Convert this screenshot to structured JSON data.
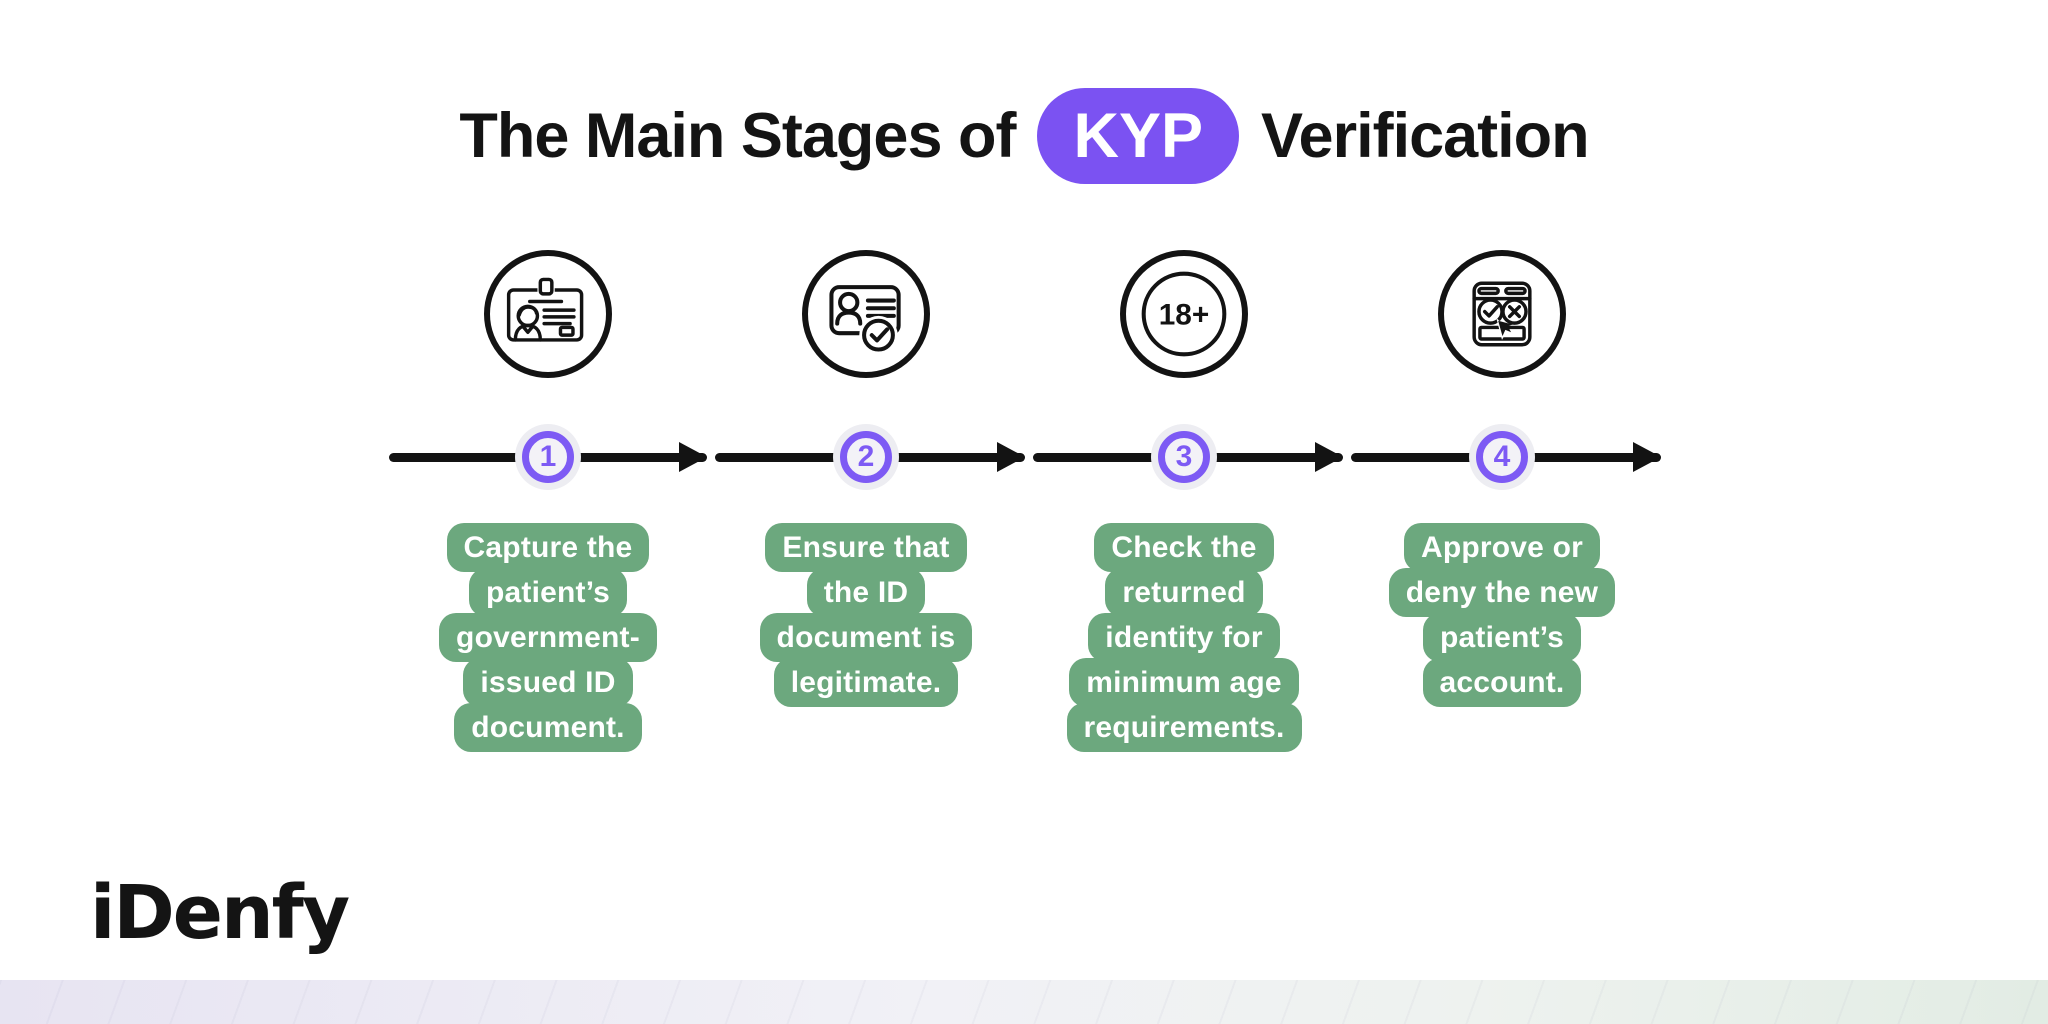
{
  "title": {
    "prefix": "The Main Stages of",
    "highlight": "KYP",
    "suffix": "Verification"
  },
  "logo": {
    "text": "iDenfy"
  },
  "colors": {
    "accent_purple": "#7b52f2",
    "badge_ring_purple": "#7d5af4",
    "bubble_green": "#6ca87e",
    "timeline_black": "#131313"
  },
  "stages": [
    {
      "number": "1",
      "icon": "id-card-icon",
      "lines": [
        "Capture the",
        "patient’s",
        "government-",
        "issued ID",
        "document."
      ]
    },
    {
      "number": "2",
      "icon": "id-card-check-icon",
      "lines": [
        "Ensure that",
        "the ID",
        "document is",
        "legitimate."
      ]
    },
    {
      "number": "3",
      "icon": "age-18-plus-icon",
      "icon_text": "18+",
      "lines": [
        "Check the",
        "returned",
        "identity for",
        "minimum age",
        "requirements."
      ]
    },
    {
      "number": "4",
      "icon": "approve-deny-window-icon",
      "lines": [
        "Approve or",
        "deny the new",
        "patient’s",
        "account."
      ]
    }
  ]
}
